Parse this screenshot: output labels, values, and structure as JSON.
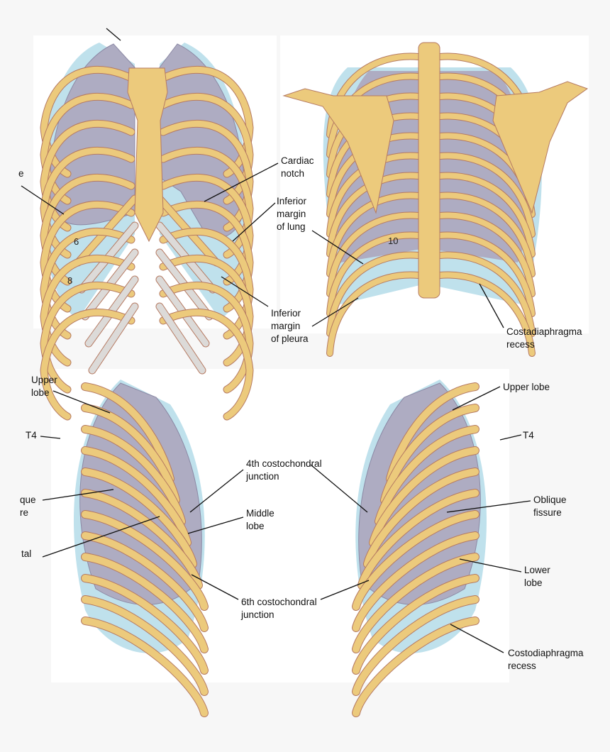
{
  "figure": {
    "front_view": {
      "cut_label": "e",
      "cardiac_notch": [
        "Cardiac",
        "notch"
      ],
      "inferior_margin_lung": [
        "Inferior",
        "margin",
        "of lung"
      ],
      "inferior_margin_pleura": [
        "Inferior",
        "margin",
        "of pleura"
      ],
      "rib_numbers": [
        "6",
        "8"
      ]
    },
    "posterior_view": {
      "rib_number": "10",
      "costodiaphragmatic_recess": [
        "Costadiaphragma",
        "recess"
      ]
    },
    "right_lateral_view": {
      "upper_lobe": [
        "Upper",
        "lobe"
      ],
      "t4": "T4",
      "oblique_fissure_cut": [
        "que",
        "re"
      ],
      "horizontal_fissure_cut": "tal",
      "fourth_costochondral": [
        "4th costochondral",
        "junction"
      ],
      "middle_lobe": [
        "Middle",
        "lobe"
      ],
      "sixth_costochondral": [
        "6th costochondral",
        "junction"
      ]
    },
    "left_lateral_view": {
      "upper_lobe": "Upper lobe",
      "t4": "T4",
      "oblique_fissure": [
        "Oblique",
        "fissure"
      ],
      "lower_lobe": [
        "Lower",
        "lobe"
      ],
      "costodiaphragmatic_recess": [
        "Costodiaphragma",
        "recess"
      ]
    }
  },
  "colors": {
    "bone": "#ecca7c",
    "bone_edge": "#b57a62",
    "lung": "#aeacc2",
    "pleura": "#bfe1ec",
    "cartilage": "#dcdad8"
  }
}
